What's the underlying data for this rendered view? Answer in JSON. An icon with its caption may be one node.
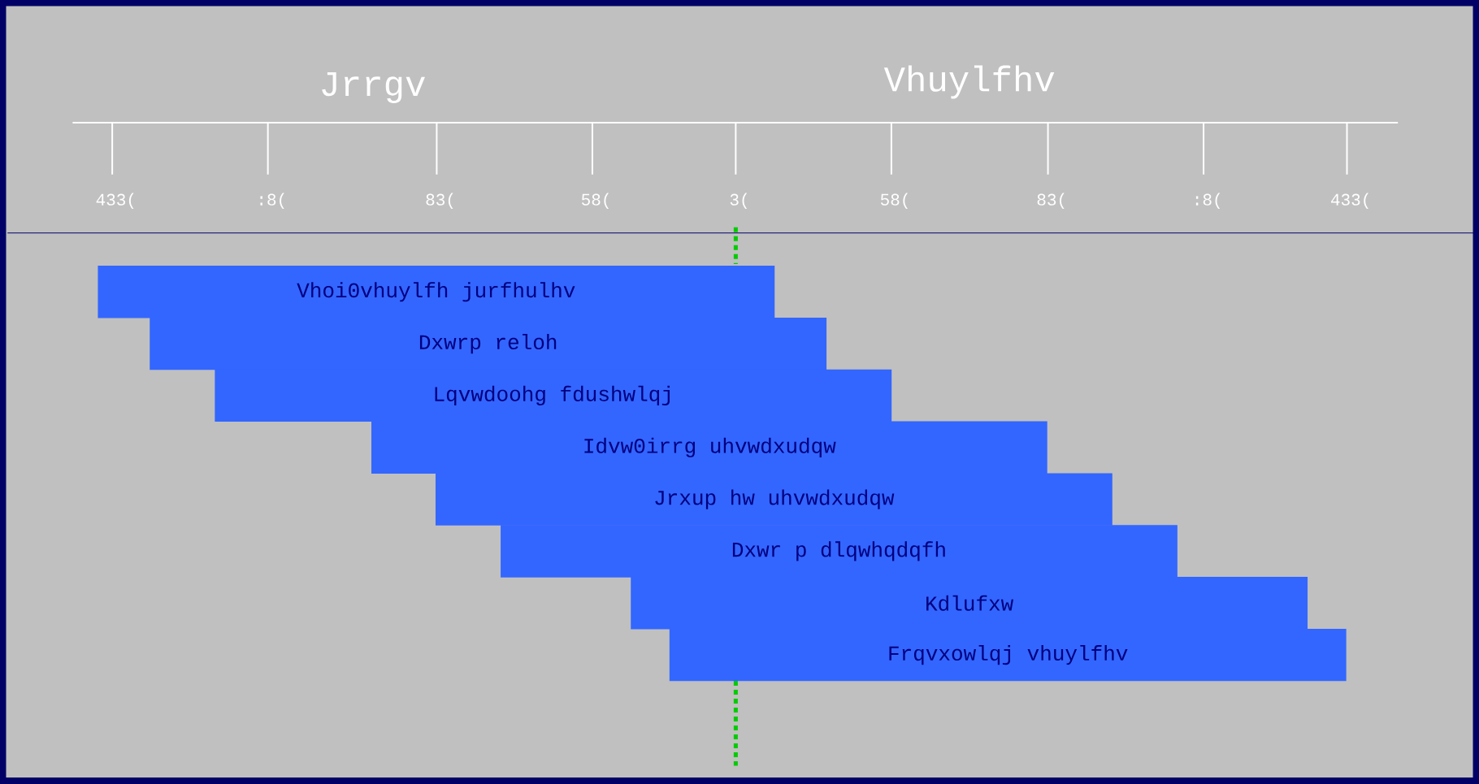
{
  "diagram": {
    "nodes": [
      {
        "text": [
          "Vhoi0vhuylfh jurfhulhv"
        ]
      },
      {
        "text": [
          "Dxwrp reloh"
        ]
      },
      {
        "text": [
          "Lqvwdoohg fdushwlqj"
        ]
      },
      {
        "text": [
          "Idvw0irrg uhvwdxudqw"
        ]
      },
      {
        "text": [
          "Jrxup hw uhvwdxudqw"
        ]
      },
      {
        "text": [
          "Dxwr p dlqwhqdqfh"
        ]
      },
      {
        "text": [
          "Kdlufxw"
        ]
      },
      {
        "text": [
          "Frqvxowlqj vhuylfhv"
        ]
      }
    ],
    "labels": [
      "Jrrgv",
      "Vhuylfhv",
      "433(",
      ":8(",
      "83(",
      "58(",
      "3(",
      "58(",
      "83(",
      ":8(",
      "433("
    ]
  }
}
